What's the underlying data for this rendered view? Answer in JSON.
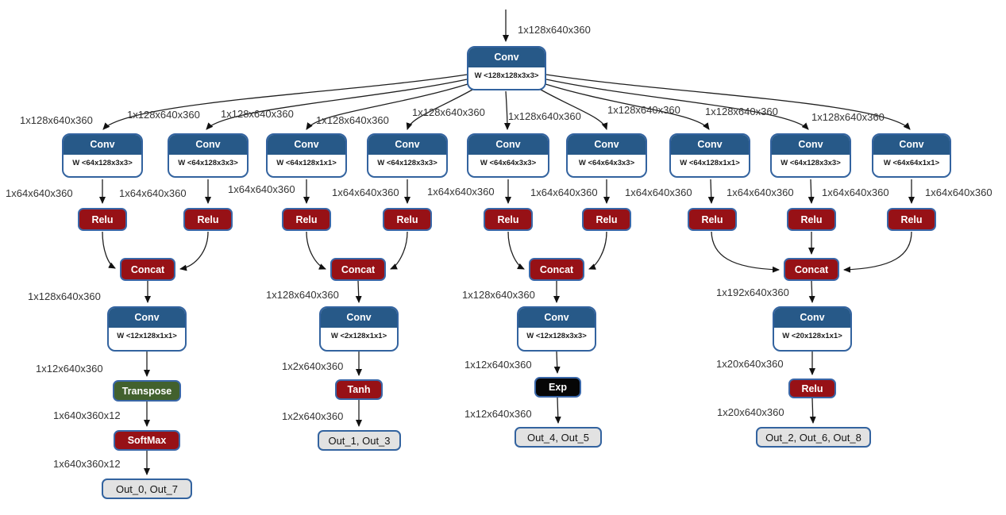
{
  "palette": {
    "layer_blue": "#275988",
    "node_border": "#33639f",
    "activation_red": "#971116",
    "transform_green": "#42612e",
    "exp_black": "#060606",
    "output_gray": "#e2e2e2",
    "edge_color": "#1f1f1f"
  },
  "input_label": "1x128x640x360",
  "root": {
    "op": "Conv",
    "weights": "W <128x128x3x3>"
  },
  "branches": [
    {
      "op": "Conv",
      "weights": "W <64x128x3x3>"
    },
    {
      "op": "Conv",
      "weights": "W <64x128x3x3>"
    },
    {
      "op": "Conv",
      "weights": "W <64x128x1x1>"
    },
    {
      "op": "Conv",
      "weights": "W <64x128x3x3>"
    },
    {
      "op": "Conv",
      "weights": "W <64x64x3x3>"
    },
    {
      "op": "Conv",
      "weights": "W <64x64x3x3>"
    },
    {
      "op": "Conv",
      "weights": "W <64x128x1x1>"
    },
    {
      "op": "Conv",
      "weights": "W <64x128x3x3>"
    },
    {
      "op": "Conv",
      "weights": "W <64x64x1x1>"
    }
  ],
  "relu_label": "Relu",
  "fan_labels": [
    "1x128x640x360",
    "1x128x640x360",
    "1x128x640x360",
    "1x128x640x360",
    "1x128x640x360",
    "1x128x640x360",
    "1x128x640x360",
    "1x128x640x360",
    "1x128x640x360"
  ],
  "relu_band_labels": [
    "1x64x640x360",
    "1x64x640x360",
    "1x64x640x360",
    "1x64x640x360",
    "1x64x640x360",
    "1x64x640x360",
    "1x64x640x360",
    "1x64x640x360",
    "1x64x640x360",
    "1x64x640x360"
  ],
  "groups": [
    {
      "concat": "Concat",
      "concat_out": "1x128x640x360",
      "conv": {
        "op": "Conv",
        "weights": "W <12x128x1x1>"
      },
      "conv_out": "1x12x640x360",
      "act1": "Transpose",
      "act1_out": "1x640x360x12",
      "act2": "SoftMax",
      "act2_out": "1x640x360x12",
      "output": "Out_0, Out_7"
    },
    {
      "concat": "Concat",
      "concat_out": "1x128x640x360",
      "conv": {
        "op": "Conv",
        "weights": "W <2x128x1x1>"
      },
      "conv_out": "1x2x640x360",
      "act1": "Tanh",
      "act1_out": "1x2x640x360",
      "output": "Out_1, Out_3"
    },
    {
      "concat": "Concat",
      "concat_out": "1x128x640x360",
      "conv": {
        "op": "Conv",
        "weights": "W <12x128x3x3>"
      },
      "conv_out": "1x12x640x360",
      "act1": "Exp",
      "act1_out": "1x12x640x360",
      "output": "Out_4, Out_5"
    },
    {
      "concat": "Concat",
      "concat_out": "1x192x640x360",
      "conv": {
        "op": "Conv",
        "weights": "W <20x128x1x1>"
      },
      "conv_out": "1x20x640x360",
      "act1": "Relu",
      "act1_out": "1x20x640x360",
      "output": "Out_2, Out_6, Out_8"
    }
  ]
}
